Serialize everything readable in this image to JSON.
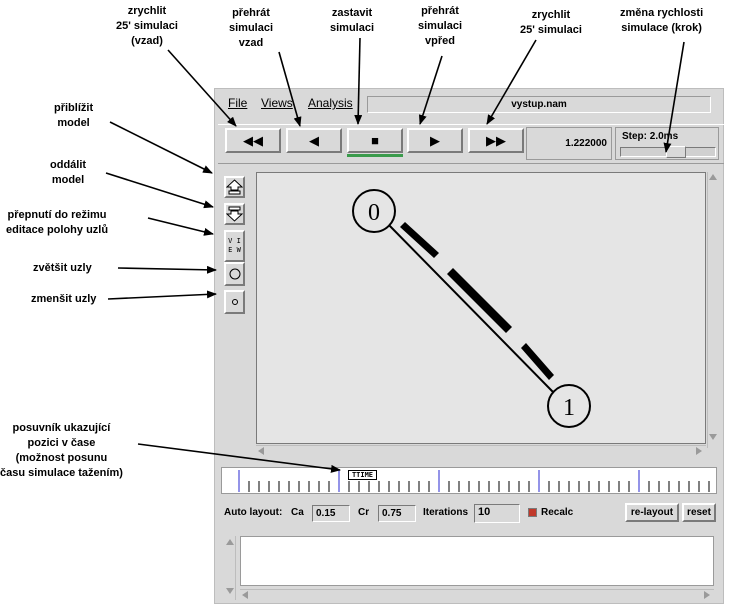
{
  "annotations": {
    "fast_back": "zrychlit\n25' simulaci\n(vzad)",
    "play_back": "přehrát\nsimulaci\nvzad",
    "stop": "zastavit\nsimulaci",
    "play_forward": "přehrát\nsimulaci\nvpřed",
    "fast_forward": "zrychlit\n25' simulaci",
    "speed_change": "změna rychlosti\nsimulace (krok)",
    "zoom_in": "přiblížit\nmodel",
    "zoom_out": "oddálit\nmodel",
    "edit_mode": "přepnutí do režimu\neditace polohy uzlů",
    "enlarge_nodes": "zvětšit uzly",
    "shrink_nodes": "zmenšit uzly",
    "time_slider": "posuvník ukazující\npozici v čase\n(možnost posunu\nčasu simulace tažením)"
  },
  "menu": {
    "file": "File",
    "views": "Views",
    "analysis": "Analysis"
  },
  "title": "vystup.nam",
  "player": {
    "fast_back": "◀◀",
    "play_back": "◀",
    "stop": "■",
    "play_forward": "▶",
    "fast_forward": "▶▶"
  },
  "time_value": "1.222000",
  "step_label": "Step: 2.0ms",
  "side_buttons": {
    "view_text_1": "V I",
    "view_text_2": "E W"
  },
  "nodes": [
    "0",
    "1"
  ],
  "timeline_marker": "TTIME",
  "layout": {
    "auto_layout_label": "Auto layout:",
    "ca_label": "Ca",
    "ca_value": "0.15",
    "cr_label": "Cr",
    "cr_value": "0.75",
    "iterations_label": "Iterations",
    "iterations_value": "10",
    "recalc_label": "Recalc",
    "relayout_button": "re-layout",
    "reset_button": "reset"
  },
  "colors": {
    "stop_indicator": "#3b9b4c",
    "canvas_bg": "#e5e5e5",
    "window_bg": "#d9d9d9",
    "timeline_major_tick": "#2a2ad0",
    "recalc_check": "#c0392b"
  }
}
